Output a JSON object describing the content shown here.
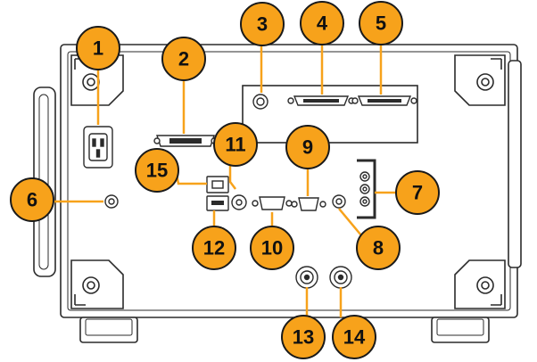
{
  "colors": {
    "badge_fill": "#F7A21B",
    "badge_stroke": "#1a1a1a",
    "leader": "#F7A21B",
    "chassis_line": "#2b2b2b",
    "chassis_fill": "#ffffff",
    "foot_fill": "#d9d9d9"
  },
  "callouts": [
    {
      "id": "1",
      "label": "1"
    },
    {
      "id": "2",
      "label": "2"
    },
    {
      "id": "3",
      "label": "3"
    },
    {
      "id": "4",
      "label": "4"
    },
    {
      "id": "5",
      "label": "5"
    },
    {
      "id": "6",
      "label": "6"
    },
    {
      "id": "7",
      "label": "7"
    },
    {
      "id": "8",
      "label": "8"
    },
    {
      "id": "9",
      "label": "9"
    },
    {
      "id": "10",
      "label": "10"
    },
    {
      "id": "11",
      "label": "11"
    },
    {
      "id": "12",
      "label": "12"
    },
    {
      "id": "13",
      "label": "13"
    },
    {
      "id": "14",
      "label": "14"
    },
    {
      "id": "15",
      "label": "15"
    }
  ]
}
